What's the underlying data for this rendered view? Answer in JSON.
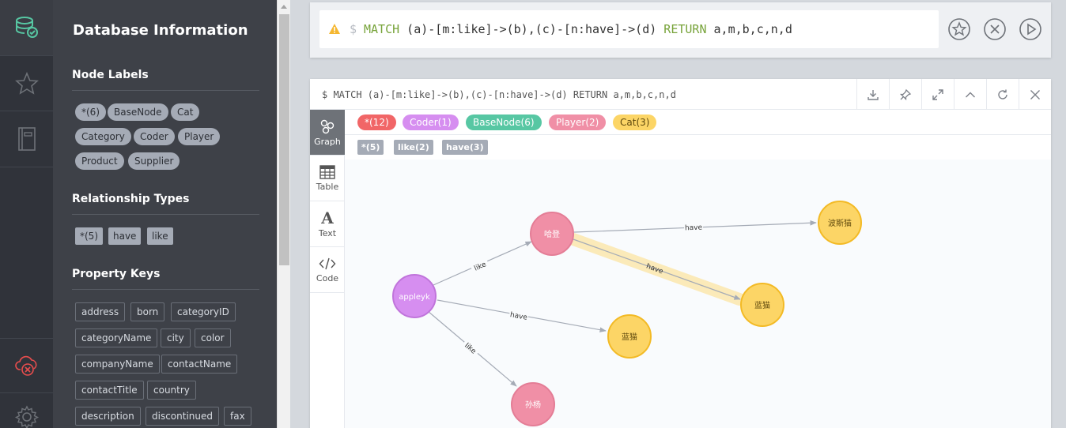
{
  "rail": {
    "items": [
      {
        "name": "database",
        "icon": "database-check-icon"
      },
      {
        "name": "favorites",
        "icon": "star-icon"
      },
      {
        "name": "documents",
        "icon": "book-icon"
      },
      {
        "name": "connection",
        "icon": "cloud-disconnected-icon"
      },
      {
        "name": "settings",
        "icon": "gear-icon"
      }
    ]
  },
  "drawer": {
    "title": "Database Information",
    "node_labels": {
      "heading": "Node Labels",
      "items": [
        "*(6)",
        "BaseNode",
        "Cat",
        "Category",
        "Coder",
        "Player",
        "Product",
        "Supplier"
      ]
    },
    "relationship_types": {
      "heading": "Relationship Types",
      "items": [
        "*(5)",
        "have",
        "like"
      ]
    },
    "property_keys": {
      "heading": "Property Keys",
      "items": [
        "address",
        "born",
        "categoryID",
        "categoryName",
        "city",
        "color",
        "companyName",
        "contactName",
        "contactTitle",
        "country",
        "description",
        "discontinued",
        "fax"
      ]
    }
  },
  "editor": {
    "prompt": "$",
    "query_match": "MATCH",
    "query_middle": " (a)-[m:like]->(b),(c)-[n:have]->(d) ",
    "query_return": "RETURN",
    "query_tail": " a,m,b,c,n,d"
  },
  "frame": {
    "title": "$ MATCH (a)-[m:like]->(b),(c)-[n:have]->(d) RETURN a,m,b,c,n,d",
    "tabs": [
      "Graph",
      "Table",
      "Text",
      "Code"
    ],
    "node_legend": [
      {
        "label": "*(12)",
        "color": "#f16667"
      },
      {
        "label": "Coder(1)",
        "color": "#d68ef0"
      },
      {
        "label": "BaseNode(6)",
        "color": "#57c7a3"
      },
      {
        "label": "Player(2)",
        "color": "#f08fa6"
      },
      {
        "label": "Cat(3)",
        "color": "#fcd566"
      }
    ],
    "rel_legend": [
      "*(5)",
      "like(2)",
      "have(3)"
    ]
  },
  "graph": {
    "nodes": [
      {
        "label": "哈登",
        "type": "Player"
      },
      {
        "label": "波斯猫",
        "type": "Cat"
      },
      {
        "label": "appleyk",
        "type": "Coder"
      },
      {
        "label": "蓝猫",
        "type": "Cat"
      },
      {
        "label": "蓝猫",
        "type": "Cat"
      },
      {
        "label": "孙杨",
        "type": "Player"
      }
    ],
    "edges": [
      {
        "label": "like"
      },
      {
        "label": "like"
      },
      {
        "label": "have"
      },
      {
        "label": "have"
      },
      {
        "label": "have"
      }
    ]
  }
}
